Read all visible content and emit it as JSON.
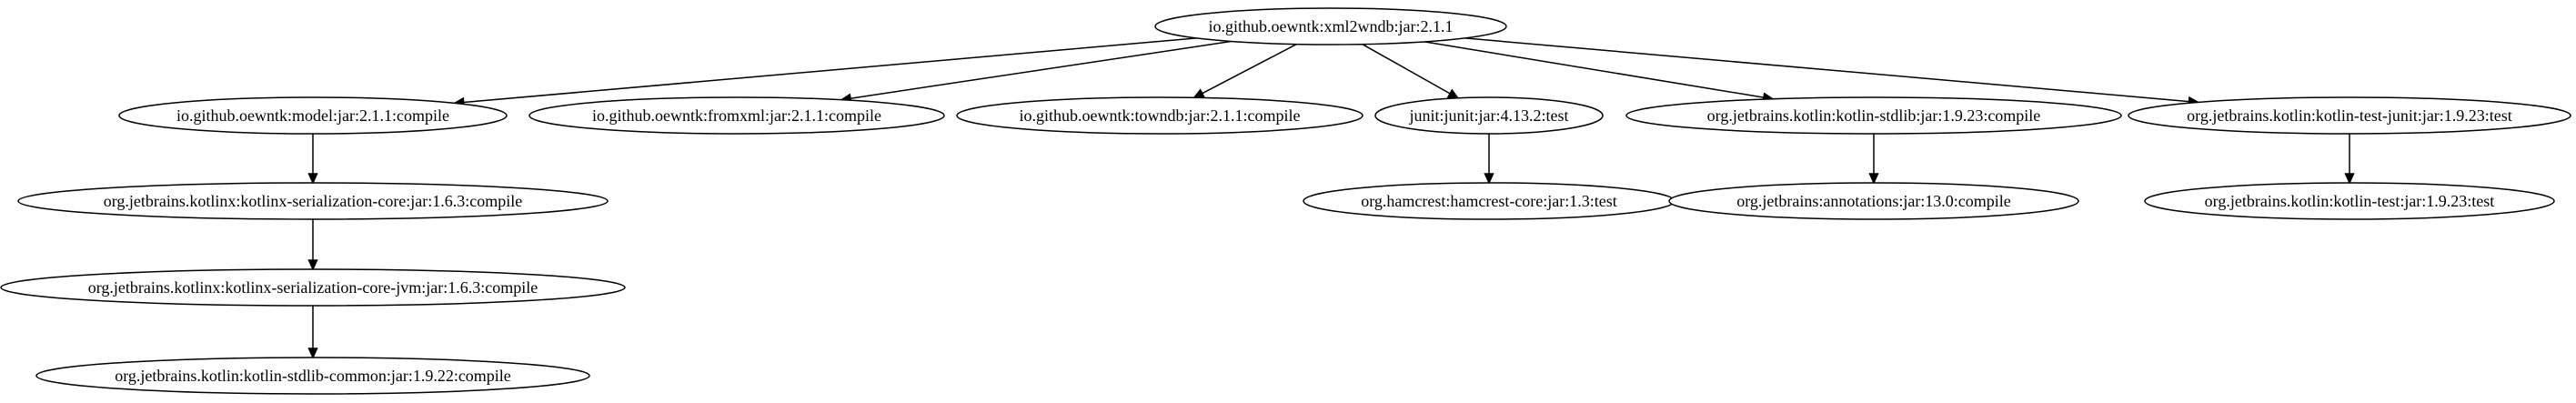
{
  "graph": {
    "nodes": {
      "root": "io.github.oewntk:xml2wndb:jar:2.1.1",
      "model": "io.github.oewntk:model:jar:2.1.1:compile",
      "fromxml": "io.github.oewntk:fromxml:jar:2.1.1:compile",
      "towndb": "io.github.oewntk:towndb:jar:2.1.1:compile",
      "junit": "junit:junit:jar:4.13.2:test",
      "stdlib": "org.jetbrains.kotlin:kotlin-stdlib:jar:1.9.23:compile",
      "testjunit": "org.jetbrains.kotlin:kotlin-test-junit:jar:1.9.23:test",
      "sercore": "org.jetbrains.kotlinx:kotlinx-serialization-core:jar:1.6.3:compile",
      "hamcrest": "org.hamcrest:hamcrest-core:jar:1.3:test",
      "annotations": "org.jetbrains:annotations:jar:13.0:compile",
      "kotlintest": "org.jetbrains.kotlin:kotlin-test:jar:1.9.23:test",
      "sercorejvm": "org.jetbrains.kotlinx:kotlinx-serialization-core-jvm:jar:1.6.3:compile",
      "stdlibcommon": "org.jetbrains.kotlin:kotlin-stdlib-common:jar:1.9.22:compile"
    },
    "edges": [
      [
        "root",
        "model"
      ],
      [
        "root",
        "fromxml"
      ],
      [
        "root",
        "towndb"
      ],
      [
        "root",
        "junit"
      ],
      [
        "root",
        "stdlib"
      ],
      [
        "root",
        "testjunit"
      ],
      [
        "model",
        "sercore"
      ],
      [
        "sercore",
        "sercorejvm"
      ],
      [
        "sercorejvm",
        "stdlibcommon"
      ],
      [
        "junit",
        "hamcrest"
      ],
      [
        "stdlib",
        "annotations"
      ],
      [
        "testjunit",
        "kotlintest"
      ]
    ]
  }
}
